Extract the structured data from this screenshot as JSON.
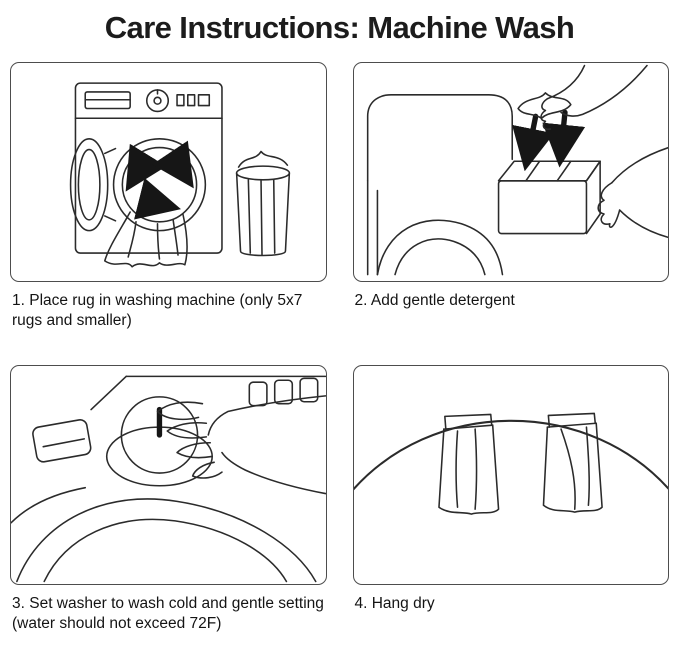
{
  "title": "Care Instructions: Machine Wash",
  "colors": {
    "ink": "#2b2b2b",
    "frame_border": "#4d4d4d",
    "background": "#ffffff"
  },
  "steps": [
    {
      "caption": "1. Place rug in washing machine (only 5x7 rugs and smaller)",
      "illustration": "rug-loaded-into-front-load-washing-machine-with-laundry-basket"
    },
    {
      "caption": "2. Add gentle detergent",
      "illustration": "hands-pouring-detergent-into-washer-drawer"
    },
    {
      "caption": "3. Set washer to wash cold and gentle setting (water should not exceed 72F)",
      "illustration": "hand-turning-washing-machine-dial"
    },
    {
      "caption": "4. Hang dry",
      "illustration": "two-towels-hanging-on-clothesline"
    }
  ]
}
